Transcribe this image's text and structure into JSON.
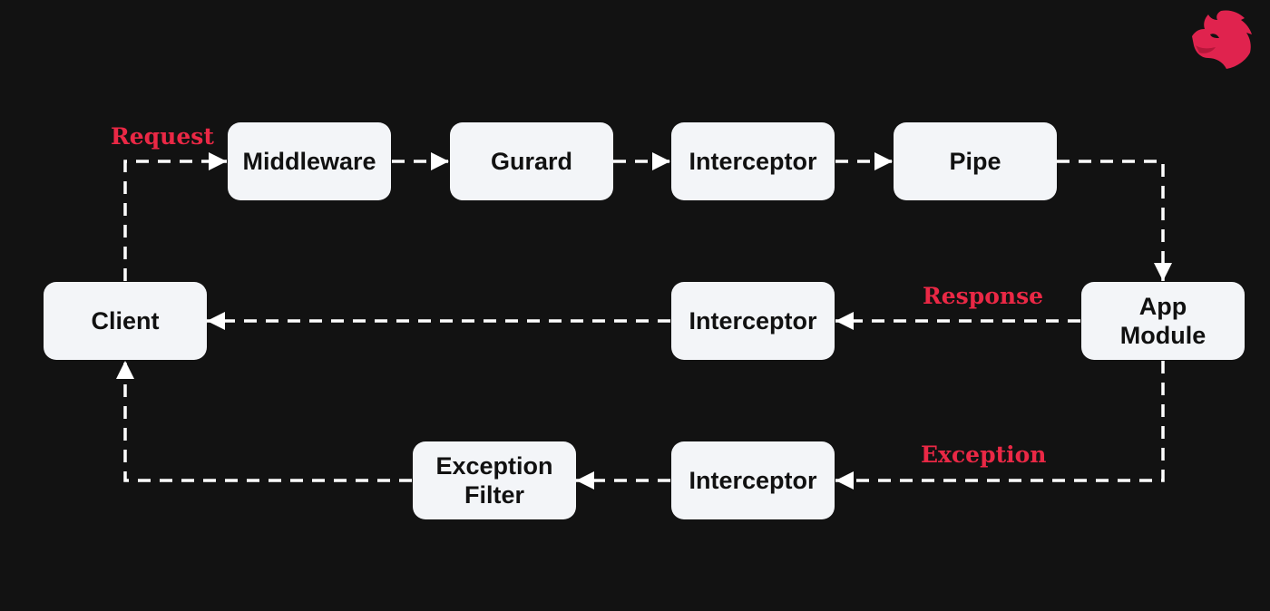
{
  "diagram": {
    "nodes": {
      "client": "Client",
      "middleware": "Middleware",
      "guard": "Gurard",
      "interceptor_request": "Interceptor",
      "pipe": "Pipe",
      "app_module": "App\nModule",
      "interceptor_response": "Interceptor",
      "interceptor_exception": "Interceptor",
      "exception_filter": "Exception\nFilter"
    },
    "edge_labels": {
      "request": "Request",
      "response": "Response",
      "exception": "Exception"
    },
    "edges": [
      {
        "from": "client",
        "to": "middleware",
        "label": "Request"
      },
      {
        "from": "middleware",
        "to": "guard"
      },
      {
        "from": "guard",
        "to": "interceptor_request"
      },
      {
        "from": "interceptor_request",
        "to": "pipe"
      },
      {
        "from": "pipe",
        "to": "app_module"
      },
      {
        "from": "app_module",
        "to": "interceptor_response",
        "label": "Response"
      },
      {
        "from": "interceptor_response",
        "to": "client"
      },
      {
        "from": "app_module",
        "to": "interceptor_exception",
        "label": "Exception"
      },
      {
        "from": "interceptor_exception",
        "to": "exception_filter"
      },
      {
        "from": "exception_filter",
        "to": "client"
      }
    ],
    "line_style": "dashed",
    "line_color": "#ffffff",
    "label_color": "#ea2845",
    "node_fill": "#f3f5f8",
    "background": "#121212"
  },
  "logo": {
    "icon": "nestjs-cat-logo-icon",
    "color": "#e0234e"
  }
}
